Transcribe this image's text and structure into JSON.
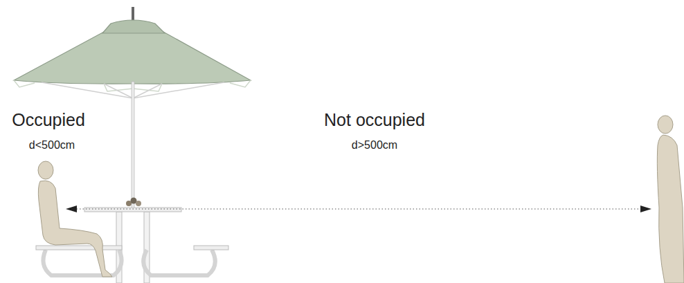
{
  "diagram": {
    "labels": [
      "Occupied",
      "d<500cm",
      "Not occupied",
      "d>500cm"
    ]
  }
}
